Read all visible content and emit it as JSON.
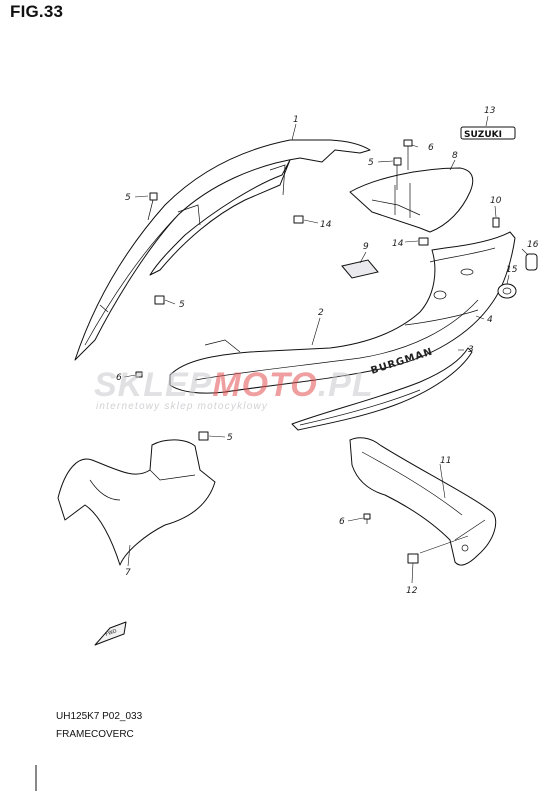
{
  "figure": {
    "title": "FIG.33"
  },
  "footer": {
    "code": "UH125K7 P02_033",
    "name": "FRAMECOVERC"
  },
  "watermark": {
    "brand_prefix": "SKLEP",
    "brand_red": "MOTO",
    "brand_suffix": ".PL",
    "tagline": "internetowy sklep motocyklowy"
  },
  "parts": {
    "p1": "1",
    "p2": "2",
    "p3": "3",
    "p4": "4",
    "p5a": "5",
    "p5b": "5",
    "p5c": "5",
    "p5d": "5",
    "p6a": "6",
    "p6b": "6",
    "p6c": "6",
    "p7": "7",
    "p8": "8",
    "p9": "9",
    "p10": "10",
    "p11": "11",
    "p12": "12",
    "p13": "13",
    "p14a": "14",
    "p14b": "14",
    "p15": "15",
    "p16": "16"
  },
  "decals": {
    "suzuki": "SUZUKI",
    "burgman": "BURGMAN",
    "fwd": "FWD"
  },
  "colors": {
    "line": "#111111",
    "watermark_red": "#e05050",
    "watermark_grey": "#c8c8cd"
  }
}
